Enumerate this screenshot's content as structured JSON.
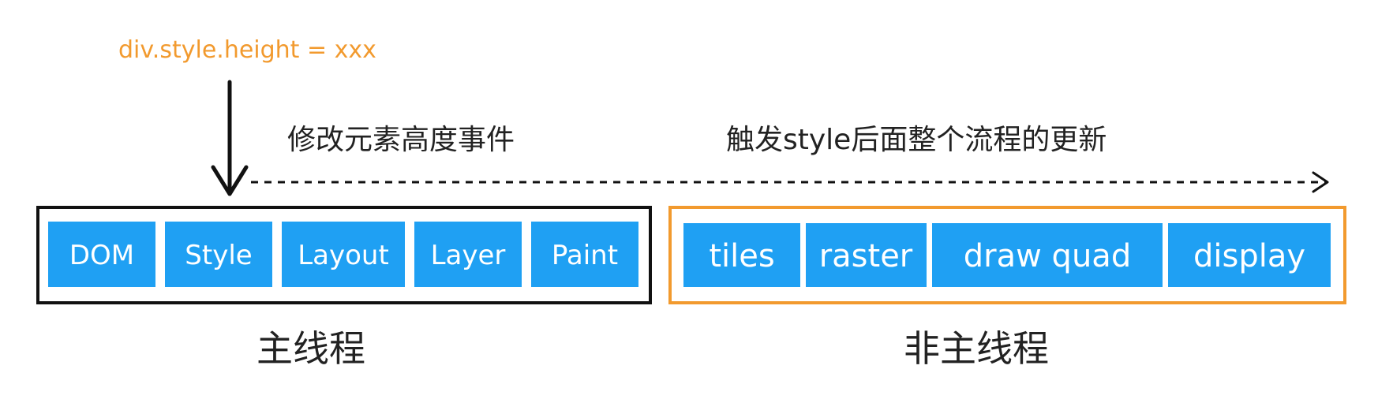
{
  "trigger_code": "div.style.height = xxx",
  "notes": {
    "modify_event": "修改元素高度事件",
    "trigger_update": "触发style后面整个流程的更新"
  },
  "main_thread": {
    "label": "主线程",
    "stages": [
      "DOM",
      "Style",
      "Layout",
      "Layer",
      "Paint"
    ]
  },
  "other_thread": {
    "label": "非主线程",
    "stages": [
      "tiles",
      "raster",
      "draw quad",
      "display"
    ]
  },
  "colors": {
    "stage_fill": "#1FA0F3",
    "code_text": "#F29A2E",
    "other_thread_border": "#F29A2E",
    "main_thread_border": "#111111"
  }
}
